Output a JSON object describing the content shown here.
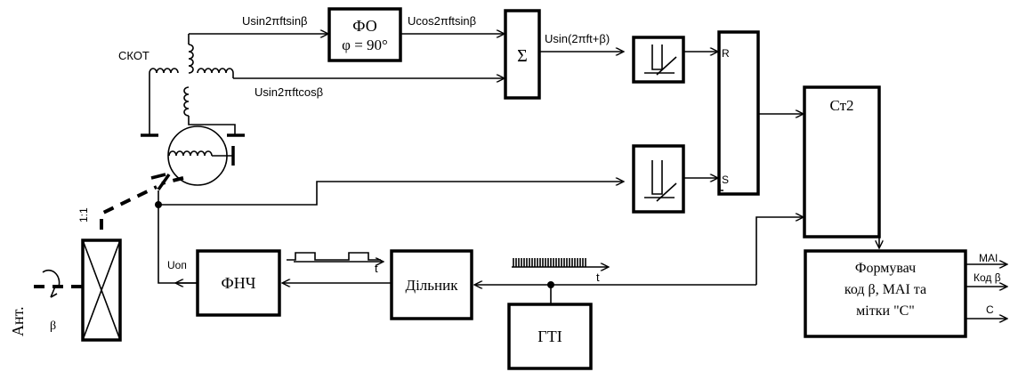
{
  "signals": {
    "u_sin_sin": "Usin2πftsinβ",
    "u_cos_sin": "Ucos2πftsinβ",
    "u_sin_cos": "Usin2πftcosβ",
    "u_sum": "Usin(2πft+β)",
    "u_op": "Uоп",
    "t1": "t",
    "t2": "t"
  },
  "labels": {
    "skot": "СКОТ",
    "ratio": "1:1",
    "antenna": "Aнт.",
    "beta": "β",
    "r": "R",
    "s": "S"
  },
  "blocks": {
    "fo_line1": "ФО",
    "fo_line2": "φ = 90°",
    "sigma": "Σ",
    "st2": "Ст2",
    "fnch": "ФНЧ",
    "dilnyk": "Дільник",
    "gti": "ГТІ",
    "form_line1": "Формувач",
    "form_line2": "код β, МАІ та",
    "form_line3": "мітки \"С\""
  },
  "outputs": {
    "mai": "MAI",
    "kod": "Код β",
    "c": "C"
  }
}
